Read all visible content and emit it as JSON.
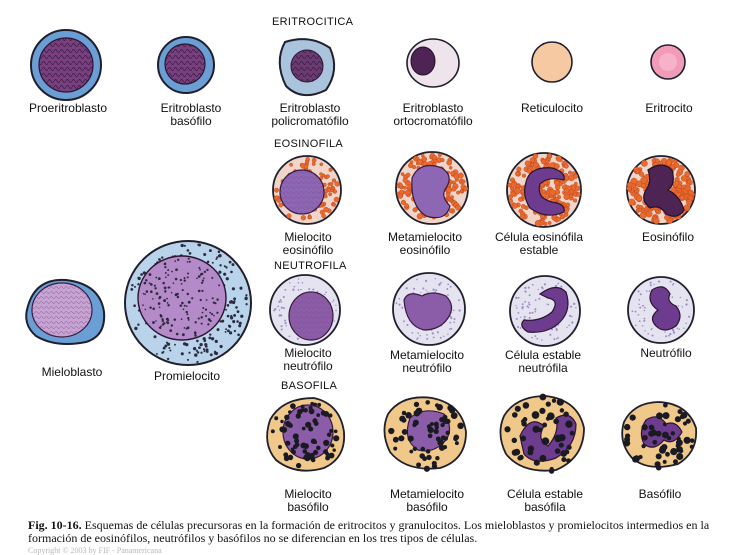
{
  "colors": {
    "outline": "#1f1f2e",
    "nucleus": "#7a3f80",
    "nucleus_dark": "#4d2453",
    "baso_cyto": "#6a9fd6",
    "poly_cyto": "#a9c4dc",
    "ortho_cyto": "#efe3ec",
    "reti": "#f6c9a2",
    "ery": "#f19bb8",
    "eos_cyto": "#f1d5c8",
    "eos_granule": "#ea6a2e",
    "neu_cyto": "#e6e3f0",
    "neu_nucleus": "#8b5ca8",
    "bas_cyto": "#f0c98a",
    "bas_granule": "#1a1a22",
    "promy_cyto": "#b9d3ea",
    "blast_nucleus": "#c6a3d3"
  },
  "headers": {
    "eritrocitica": "ERITROCITICA",
    "eosinofila": "EOSINOFILA",
    "neutrofila": "NEUTROFILA",
    "basofila": "BASOFILA"
  },
  "labels": {
    "proeritroblasto": [
      "Proeritroblasto"
    ],
    "eritroblasto_basofilo": [
      "Eritroblasto",
      "basófilo"
    ],
    "eritroblasto_policromatofilo": [
      "Eritroblasto",
      "policromatófilo"
    ],
    "eritroblasto_ortocromatofilo": [
      "Eritroblasto",
      "ortocromatófilo"
    ],
    "reticulocito": [
      "Reticulocito"
    ],
    "eritrocito": [
      "Eritrocito"
    ],
    "mielocito_eosinofilo": [
      "Mielocito",
      "eosinófilo"
    ],
    "metamielocito_eosinofilo": [
      "Metamielocito",
      "eosinófilo"
    ],
    "celula_eosinofila_estable": [
      "Célula eosinófila",
      "estable"
    ],
    "eosinofilo": [
      "Eosinófilo"
    ],
    "mieloblasto": [
      "Mieloblasto"
    ],
    "promielocito": [
      "Promielocito"
    ],
    "mielocito_neutrofilo": [
      "Mielocito",
      "neutrófilo"
    ],
    "metamielocito_neutrofilo": [
      "Metamielocito",
      "neutrófilo"
    ],
    "celula_estable_neutrofila": [
      "Célula estable",
      "neutrófila"
    ],
    "neutrofilo": [
      "Neutrófilo"
    ],
    "mielocito_basofilo": [
      "Mielocito",
      "basófilo"
    ],
    "metamielocito_basofilo": [
      "Metamielocito",
      "basófilo"
    ],
    "celula_estable_basofila": [
      "Célula estable",
      "basófila"
    ],
    "basofilo": [
      "Basófilo"
    ]
  },
  "caption": {
    "fig": "Fig. 10-16.",
    "text": " Esquemas de células precursoras en la formación de eritrocitos y granulocitos. Los mieloblastos y promielocitos intermedios en la formación de eosinófilos, neutrófilos y basófilos no se diferencian en los tres tipos de células."
  },
  "credit": "Copyright © 2003 by FIF - Panamericana"
}
